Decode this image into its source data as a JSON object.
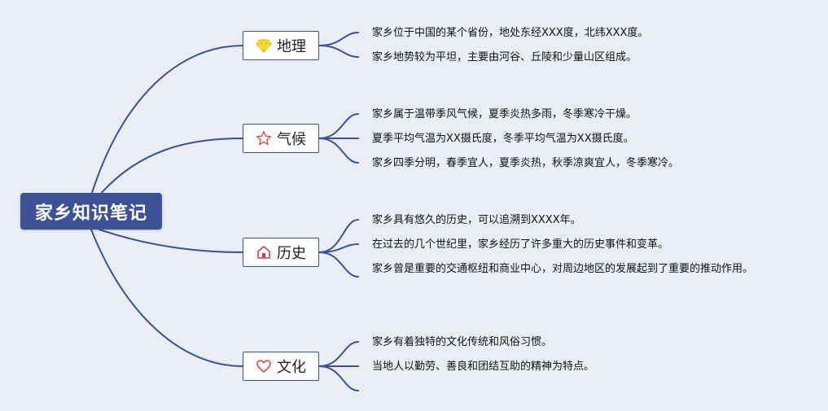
{
  "root": {
    "title": "家乡知识笔记"
  },
  "colors": {
    "line": "#3d5296",
    "root_bg": "#3d5296",
    "background": "#e8eef3"
  },
  "branches": [
    {
      "label": "地理",
      "icon": "diamond-icon",
      "items": [
        "家乡位于中国的某个省份，地处东经XXX度，北纬XXX度。",
        "家乡地势较为平坦，主要由河谷、丘陵和少量山区组成。"
      ]
    },
    {
      "label": "气候",
      "icon": "star-icon",
      "items": [
        "家乡属于温带季风气候，夏季炎热多雨，冬季寒冷干燥。",
        "夏季平均气温为XX摄氏度，冬季平均气温为XX摄氏度。",
        "家乡四季分明，春季宜人，夏季炎热，秋季凉爽宜人，冬季寒冷。"
      ]
    },
    {
      "label": "历史",
      "icon": "home-icon",
      "items": [
        "家乡具有悠久的历史，可以追溯到XXXX年。",
        "在过去的几个世纪里，家乡经历了许多重大的历史事件和变革。",
        "家乡曾是重要的交通枢纽和商业中心，对周边地区的发展起到了重要的推动作用。"
      ]
    },
    {
      "label": "文化",
      "icon": "heart-icon",
      "items": [
        "家乡有着独特的文化传统和风俗习惯。",
        "当地人以勤劳、善良和团结互助的精神为特点。",
        ""
      ]
    }
  ]
}
